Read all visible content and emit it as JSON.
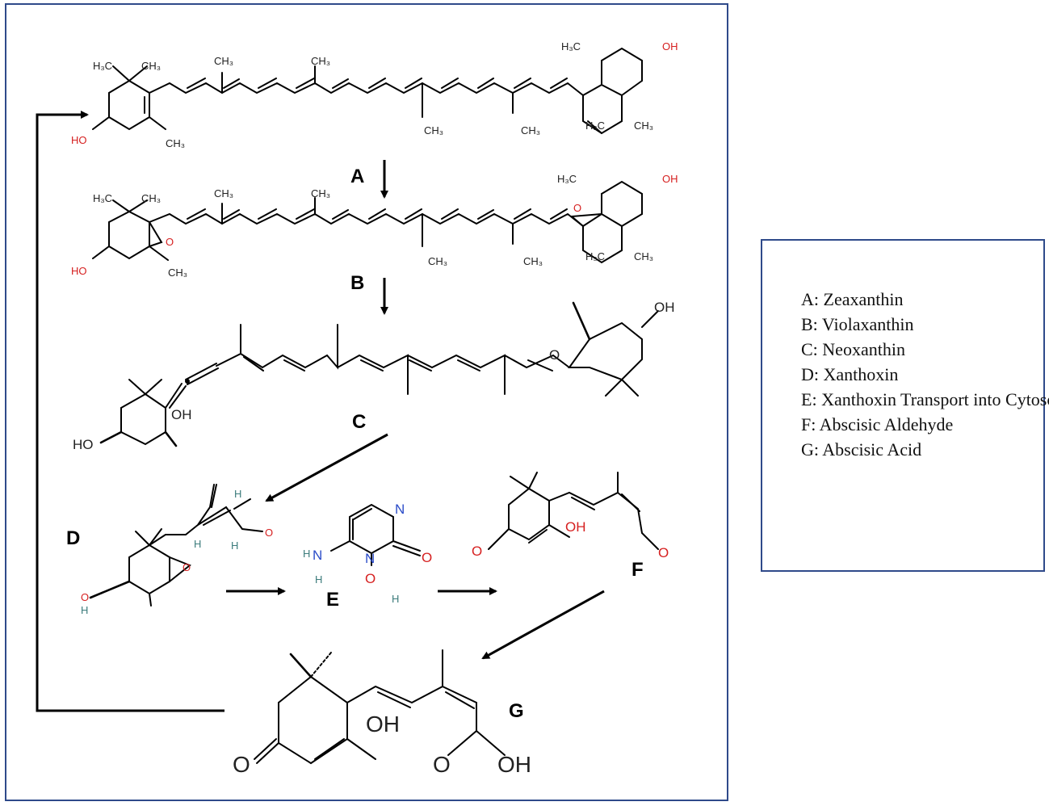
{
  "step_labels": {
    "a": "A",
    "b": "B",
    "c": "C",
    "d": "D",
    "e": "E",
    "f": "F",
    "g": "G"
  },
  "atoms": {
    "h3c": "H₃C",
    "ch3": "CH₃",
    "oh": "OH",
    "ho": "HO",
    "o": "O",
    "n": "N",
    "h": "H"
  },
  "legend": {
    "items": [
      {
        "key": "A:",
        "text": "Zeaxanthin"
      },
      {
        "key": "B:",
        "text": "Violaxanthin"
      },
      {
        "key": "C:",
        "text": "Neoxanthin"
      },
      {
        "key": "D:",
        "text": "Xanthoxin"
      },
      {
        "key": "E:",
        "text": "Xanthoxin Transport into Cytosol"
      },
      {
        "key": "F:",
        "text": "Abscisic Aldehyde"
      },
      {
        "key": "G:",
        "text": "Abscisic Acid"
      }
    ]
  },
  "colors": {
    "frame": "#2f4a8a",
    "oxygen": "#d62020",
    "nitrogen": "#2b4cc8",
    "hydrogen": "#3c7c7c"
  }
}
